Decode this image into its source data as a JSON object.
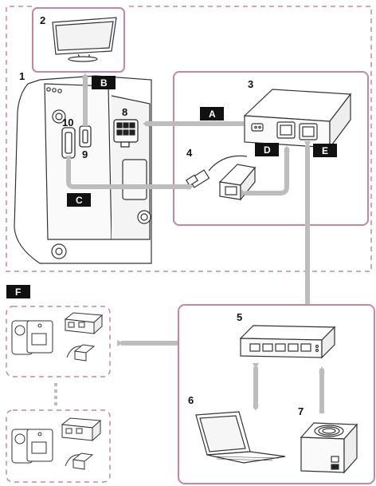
{
  "callouts": {
    "n1": "1",
    "n2": "2",
    "n3": "3",
    "n4": "4",
    "n5": "5",
    "n6": "6",
    "n7": "7",
    "n8": "8",
    "n9": "9",
    "n10": "10"
  },
  "tags": {
    "A": "A",
    "B": "B",
    "C": "C",
    "D": "D",
    "E": "E",
    "F": "F"
  },
  "colors": {
    "frame_dash": "#c9859f",
    "frame_solid": "#c9859f",
    "arrow": "#bdbdbd",
    "tag_bg": "#111111",
    "line": "#333333"
  },
  "icons": [
    "camera-icon",
    "monitor-icon",
    "network-adapter-icon",
    "usb-lan-adapter-icon",
    "switching-hub-icon",
    "laptop-icon",
    "power-supply-icon"
  ]
}
